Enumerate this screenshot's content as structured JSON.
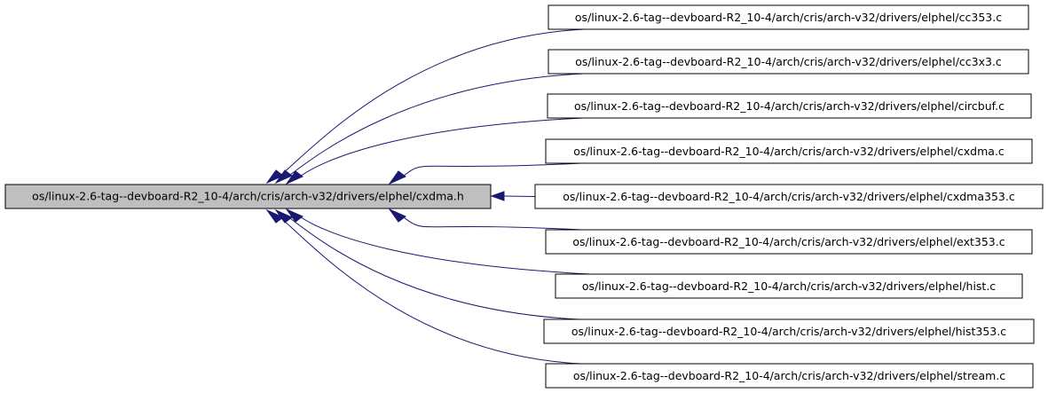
{
  "graph": {
    "root": {
      "label": "os/linux-2.6-tag--devboard-R2_10-4/arch/cris/arch-v32/drivers/elphel/cxdma.h"
    },
    "includers": [
      {
        "label": "os/linux-2.6-tag--devboard-R2_10-4/arch/cris/arch-v32/drivers/elphel/cc353.c"
      },
      {
        "label": "os/linux-2.6-tag--devboard-R2_10-4/arch/cris/arch-v32/drivers/elphel/cc3x3.c"
      },
      {
        "label": "os/linux-2.6-tag--devboard-R2_10-4/arch/cris/arch-v32/drivers/elphel/circbuf.c"
      },
      {
        "label": "os/linux-2.6-tag--devboard-R2_10-4/arch/cris/arch-v32/drivers/elphel/cxdma.c"
      },
      {
        "label": "os/linux-2.6-tag--devboard-R2_10-4/arch/cris/arch-v32/drivers/elphel/cxdma353.c"
      },
      {
        "label": "os/linux-2.6-tag--devboard-R2_10-4/arch/cris/arch-v32/drivers/elphel/ext353.c"
      },
      {
        "label": "os/linux-2.6-tag--devboard-R2_10-4/arch/cris/arch-v32/drivers/elphel/hist.c"
      },
      {
        "label": "os/linux-2.6-tag--devboard-R2_10-4/arch/cris/arch-v32/drivers/elphel/hist353.c"
      },
      {
        "label": "os/linux-2.6-tag--devboard-R2_10-4/arch/cris/arch-v32/drivers/elphel/stream.c"
      }
    ],
    "colors": {
      "root_fill": "#bfbfbf",
      "node_fill": "#ffffff",
      "node_border": "#000000",
      "edge": "#191970"
    }
  }
}
